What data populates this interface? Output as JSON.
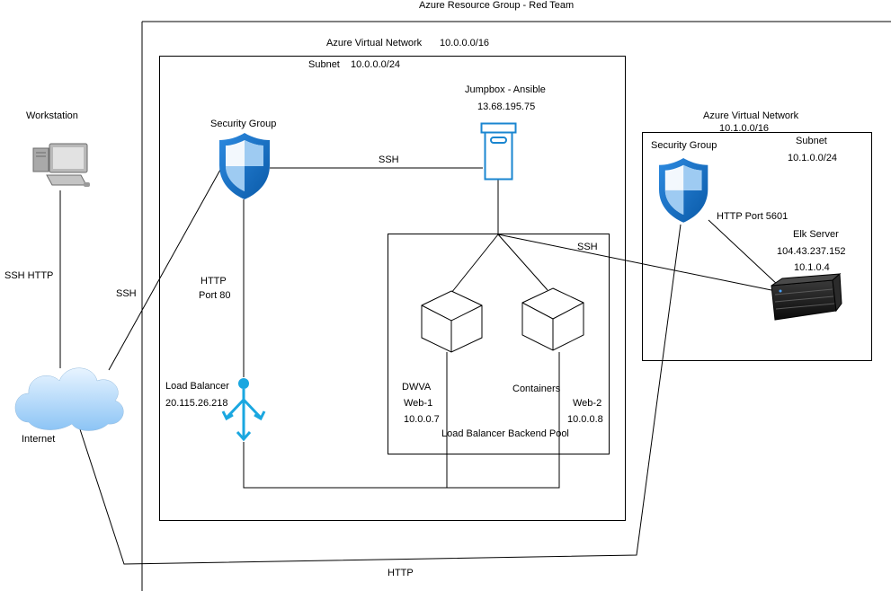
{
  "resource_group": {
    "title": "Azure Resource Group - Red Team"
  },
  "vnet_main": {
    "title": "Azure Virtual Network",
    "cidr": "10.0.0.0/16"
  },
  "subnet_main": {
    "label": "Subnet",
    "cidr": "10.0.0.0/24"
  },
  "vnet_elk": {
    "title": "Azure Virtual Network",
    "cidr": "10.1.0.0/16"
  },
  "subnet_elk": {
    "label": "Subnet",
    "cidr": "10.1.0.0/24"
  },
  "workstation": {
    "label": "Workstation",
    "icon": "workstation-icon"
  },
  "internet": {
    "label": "Internet",
    "icon": "cloud-icon"
  },
  "security_group_main": {
    "label": "Security Group",
    "icon": "shield-icon"
  },
  "security_group_elk": {
    "label": "Security Group",
    "icon": "shield-icon"
  },
  "jumpbox": {
    "name": "Jumpbox - Ansible",
    "ip": "13.68.195.75",
    "icon": "container-box-icon"
  },
  "load_balancer": {
    "name": "Load Balancer",
    "ip": "20.115.26.218",
    "icon": "load-balancer-icon"
  },
  "backend_pool": {
    "label": "Load Balancer Backend Pool",
    "ssh_label": "SSH",
    "containers_label": "Containers"
  },
  "web1": {
    "app": "DWVA",
    "name": "Web-1",
    "ip": "10.0.0.7",
    "icon": "cube-icon"
  },
  "web2": {
    "name": "Web-2",
    "ip": "10.0.0.8",
    "icon": "cube-icon"
  },
  "elk": {
    "name": "Elk Server",
    "ip_public": "104.43.237.152",
    "ip_private": "10.1.0.4",
    "icon": "server-icon"
  },
  "connections": {
    "workstation_internet": "SSH HTTP",
    "internet_sg": "SSH",
    "sg_jumpbox": "SSH",
    "sg_lb_protocol": "HTTP",
    "sg_lb_port": "Port 80",
    "elk_http": "HTTP Port 5601",
    "internet_elk": "HTTP"
  },
  "colors": {
    "azure_blue": "#0078d4",
    "azure_light": "#50a0e6",
    "lb_cyan": "#1aa7e0"
  }
}
